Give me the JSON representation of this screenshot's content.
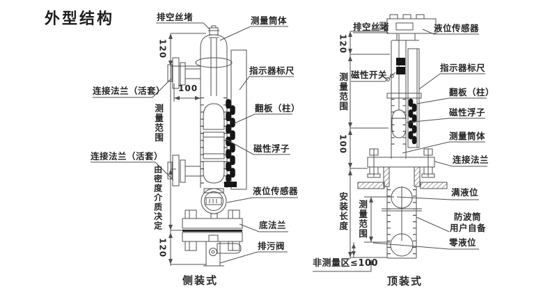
{
  "title": "外型结构",
  "colors": {
    "line": "#4f4f4f",
    "black_fill": "#161616",
    "text": "#262626",
    "bg": "#ffffff"
  },
  "left": {
    "caption": "侧装式",
    "callouts": {
      "vent_plug": "排空丝堵",
      "tube": "测量筒体",
      "ruler": "指示器标尺",
      "flange_top": "连接法兰（活套）",
      "flange_bottom": "连接法兰（活套）",
      "flapper": "翻板（柱）",
      "float": "磁性浮子",
      "sensor": "液位传感器",
      "bottom_flange": "底法兰",
      "drain_valve": "排污阀"
    },
    "dims": {
      "d120_top": "120",
      "d100": "100",
      "range": "测量范围",
      "density": "由密度介质决定",
      "d120_bottom": "120"
    }
  },
  "right": {
    "caption": "顶装式",
    "callouts": {
      "vent_plug": "排空丝堵",
      "sensor": "液位传感器",
      "switch": "磁性开关",
      "ruler": "指示器标尺",
      "flapper": "翻板（柱）",
      "float": "磁性浮子",
      "tube": "测量筒体",
      "flange": "连接法兰",
      "full_level": "满液位",
      "baffle_line1": "防波筒",
      "baffle_line2": "用户自备",
      "zero_level": "零液位"
    },
    "dims": {
      "d120": "120",
      "range_top": "测量范围",
      "d100": "100",
      "install_len": "安装长度",
      "range_bottom": "测量范围",
      "dead_zone": "非测量区≤100"
    }
  }
}
